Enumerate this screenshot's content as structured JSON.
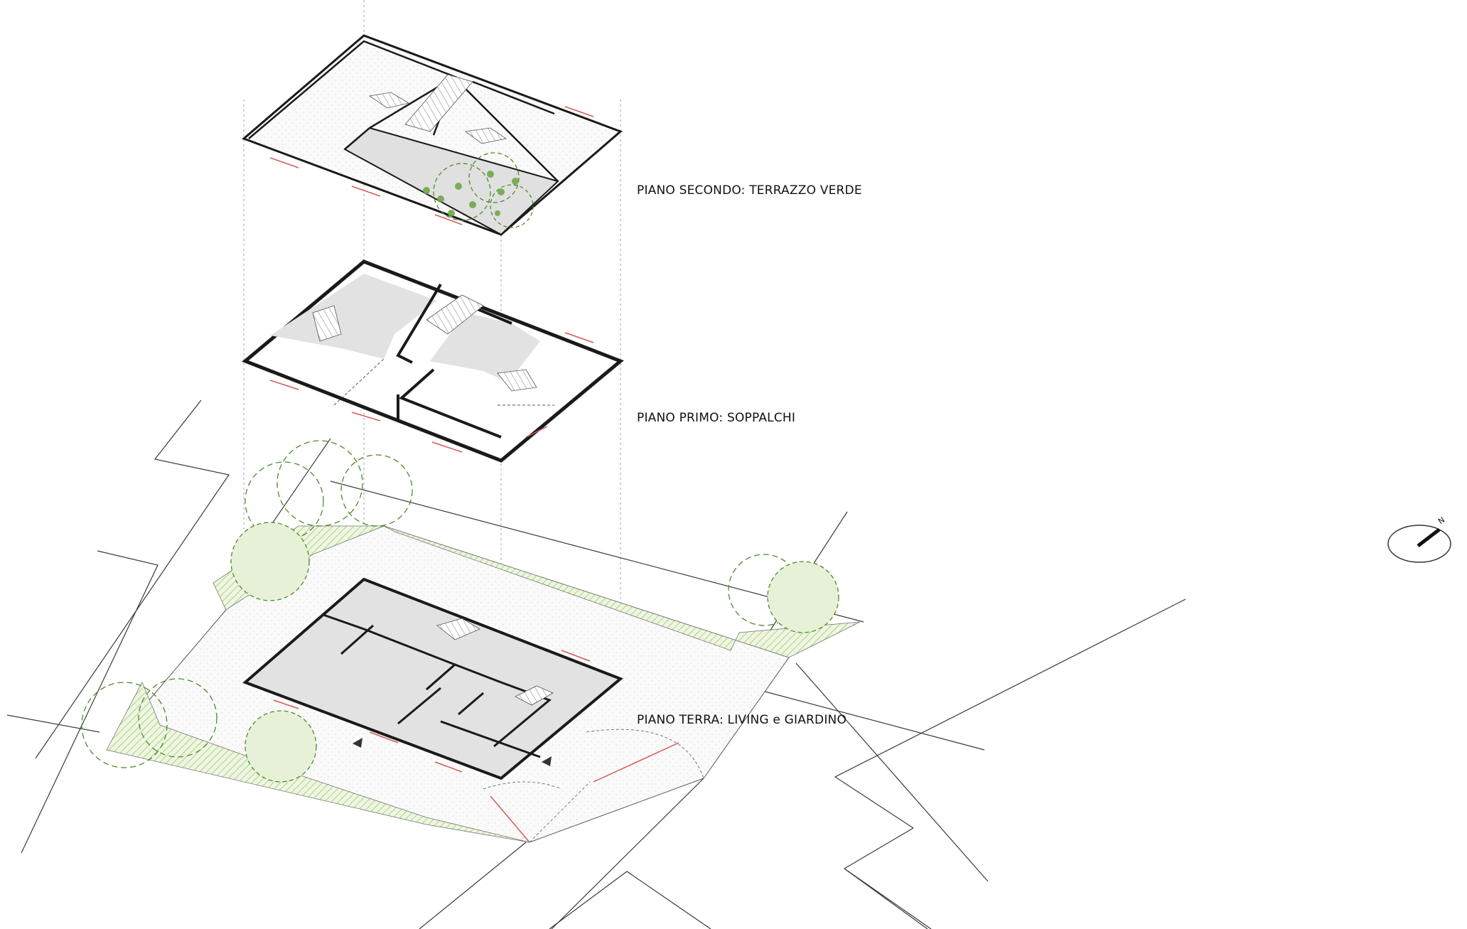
{
  "labels": {
    "second_floor": "PIANO SECONDO: TERRAZZO VERDE",
    "first_floor": "PIANO PRIMO: SOPPALCHI",
    "ground_floor": "PIANO TERRA: LIVING e GIARDINO"
  },
  "north_arrow": {
    "label": "N",
    "icon": "north-arrow-icon"
  },
  "colors": {
    "wall": "#1a1a1a",
    "floor_fill": "#e3e3e3",
    "garden_fill": "#e7f2d6",
    "hatch": "#8fbf5a",
    "tree_stroke": "#4f8a2a",
    "tree_fill": "#6fa84a",
    "window_mark": "#d35b5b",
    "guide_line": "#9a9a9a"
  }
}
